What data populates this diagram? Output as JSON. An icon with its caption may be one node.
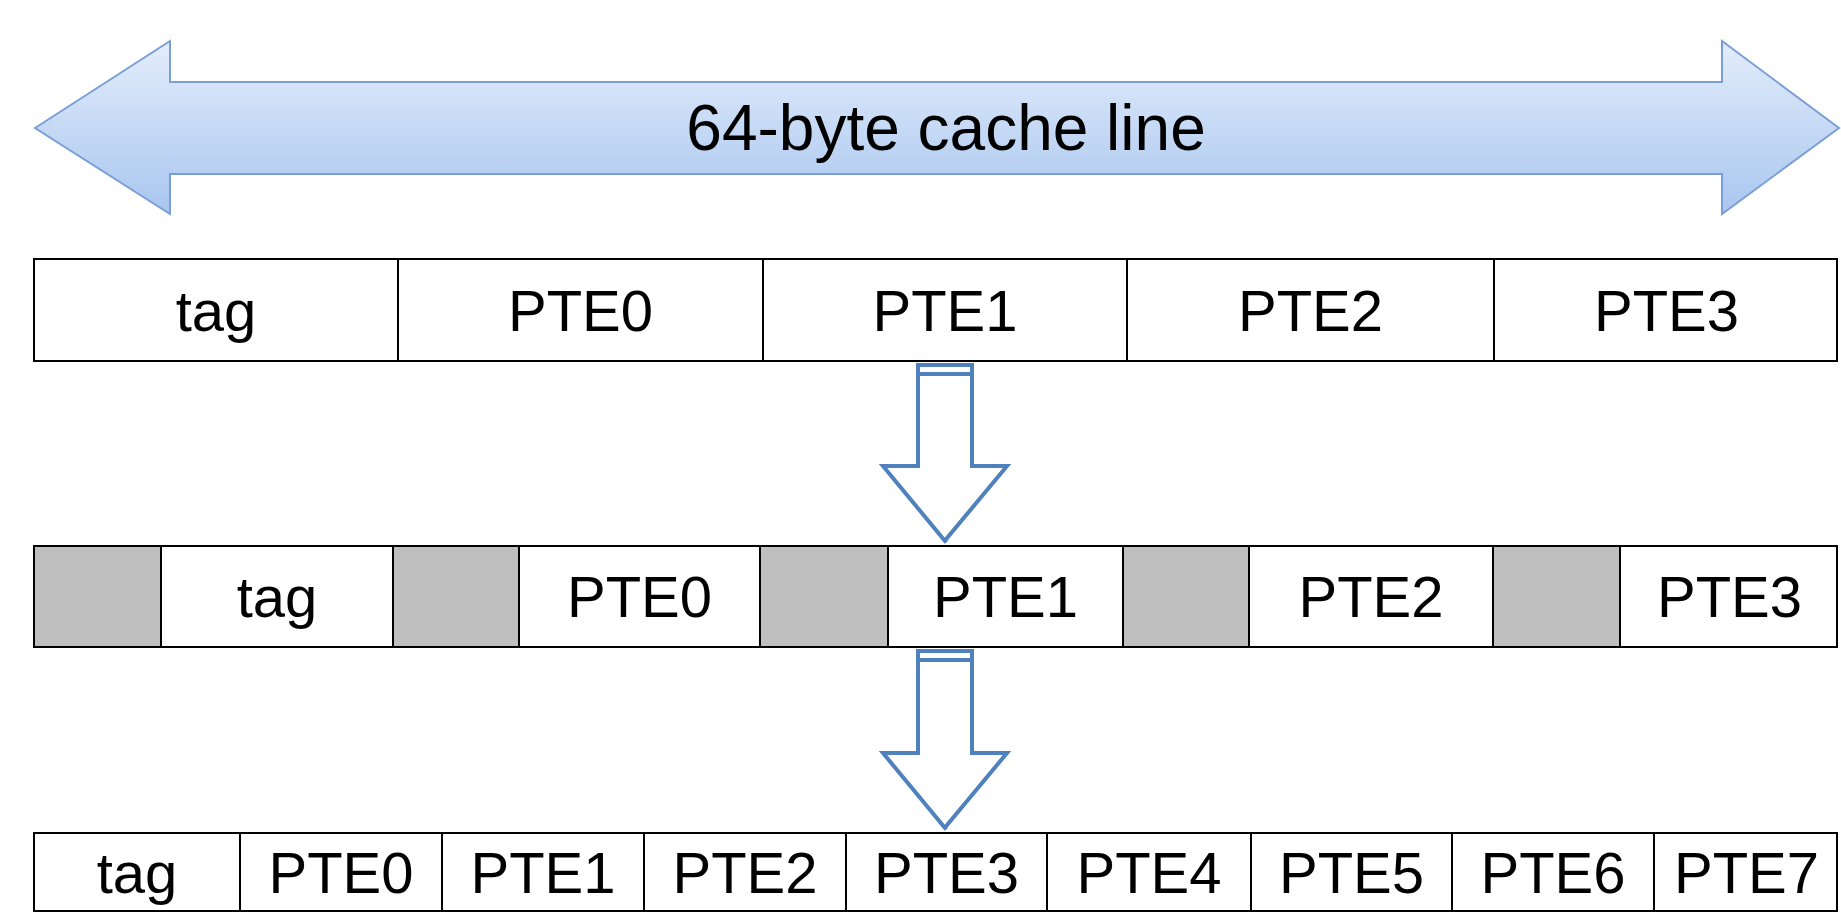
{
  "diagram": {
    "nodes": [
      {
        "text": [],
        "shape": "bar"
      },
      {
        "text": [
          "tag"
        ],
        "in": 0
      },
      {
        "text": [
          "PTE0"
        ],
        "in": 0
      },
      {
        "text": [
          "PTE1"
        ],
        "in": 0
      },
      {
        "text": [
          "PTE2"
        ],
        "in": 0
      },
      {
        "text": [
          "PTE3"
        ],
        "in": 0
      },
      {
        "text": [],
        "shape": "bar"
      },
      {
        "text": [],
        "shape": "box",
        "in": 6
      },
      {
        "text": [
          "tag"
        ],
        "in": 6
      },
      {
        "text": [],
        "shape": "box",
        "in": 6
      },
      {
        "text": [
          "PTE0"
        ],
        "in": 6
      },
      {
        "text": [],
        "shape": "box",
        "in": 6
      },
      {
        "text": [
          "PTE1"
        ],
        "in": 6
      },
      {
        "text": [],
        "shape": "box",
        "in": 6
      },
      {
        "text": [
          "PTE2"
        ],
        "in": 6
      },
      {
        "text": [],
        "shape": "box",
        "in": 6
      },
      {
        "text": [
          "PTE3"
        ],
        "in": 6
      },
      {
        "text": [],
        "shape": "bar"
      },
      {
        "text": [
          "tag"
        ],
        "in": 17
      },
      {
        "text": [
          "PTE0"
        ],
        "in": 17
      },
      {
        "text": [
          "PTE1"
        ],
        "in": 17
      },
      {
        "text": [
          "PTE2"
        ],
        "in": 17
      },
      {
        "text": [
          "PTE3"
        ],
        "in": 17
      },
      {
        "text": [
          "PTE4"
        ],
        "in": 17
      },
      {
        "text": [
          "PTE5"
        ],
        "in": 17
      },
      {
        "text": [
          "PTE6"
        ],
        "in": 17
      },
      {
        "text": [
          "PTE7"
        ],
        "in": 17
      }
    ],
    "edges": [
      {
        "from": 0,
        "to": 6,
        "arrow": "to"
      },
      {
        "from": 6,
        "to": 17,
        "arrow": "to"
      }
    ],
    "labels": [
      "64-byte cache line"
    ]
  }
}
